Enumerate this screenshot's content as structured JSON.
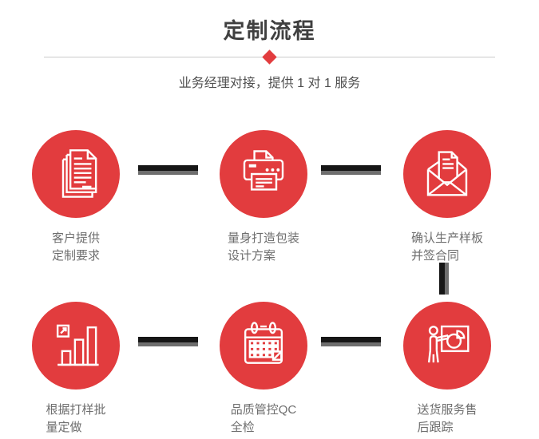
{
  "header": {
    "title": "定制流程",
    "subtitle": "业务经理对接，提供 1 对 1 服务"
  },
  "steps": [
    {
      "icon": "documents-icon",
      "line1": "客户提供",
      "line2": "定制要求"
    },
    {
      "icon": "printer-icon",
      "line1": "量身打造包装",
      "line2": "设计方案"
    },
    {
      "icon": "envelope-icon",
      "line1": "确认生产样板",
      "line2": "并签合同"
    },
    {
      "icon": "bar-chart-icon",
      "line1": "根据打样批",
      "line2": "量定做"
    },
    {
      "icon": "calendar-icon",
      "line1": "品质管控QC",
      "line2": "全检"
    },
    {
      "icon": "presenter-icon",
      "line1": "送货服务售",
      "line2": "后跟踪"
    }
  ],
  "colors": {
    "accent_red": "#e23c3e",
    "connector_dark": "#161616",
    "connector_gray": "#6e6e6e",
    "title_text": "#404040",
    "subtitle_text": "#4f4f4f",
    "label_text": "#6e6e6e",
    "divider_line": "#cacaca"
  }
}
